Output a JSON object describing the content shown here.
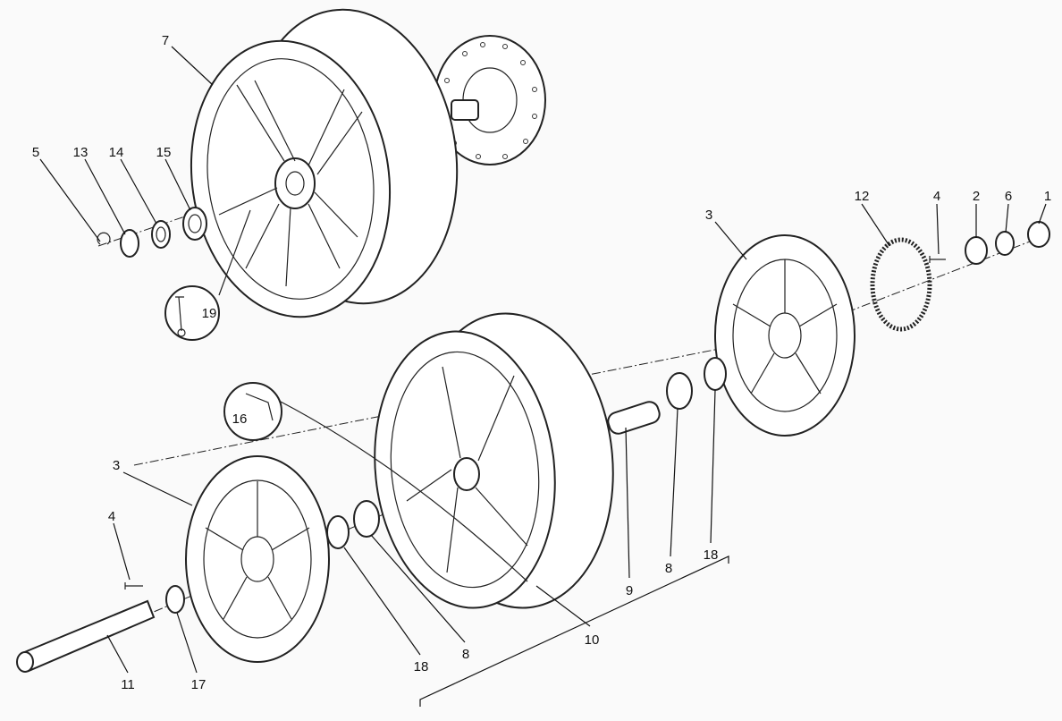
{
  "diagram": {
    "title": "Wheels exploded parts view",
    "callouts": {
      "c1": "1",
      "c2": "2",
      "c3_rear": "3",
      "c3_front": "3",
      "c4_rear": "4",
      "c4_front": "4",
      "c5": "5",
      "c6": "6",
      "c7": "7",
      "c8_left": "8",
      "c8_right": "8",
      "c9": "9",
      "c10": "10",
      "c11": "11",
      "c12": "12",
      "c13": "13",
      "c14": "14",
      "c15": "15",
      "c16": "16",
      "c17": "17",
      "c18_left": "18",
      "c18_right": "18",
      "c19": "19"
    }
  }
}
